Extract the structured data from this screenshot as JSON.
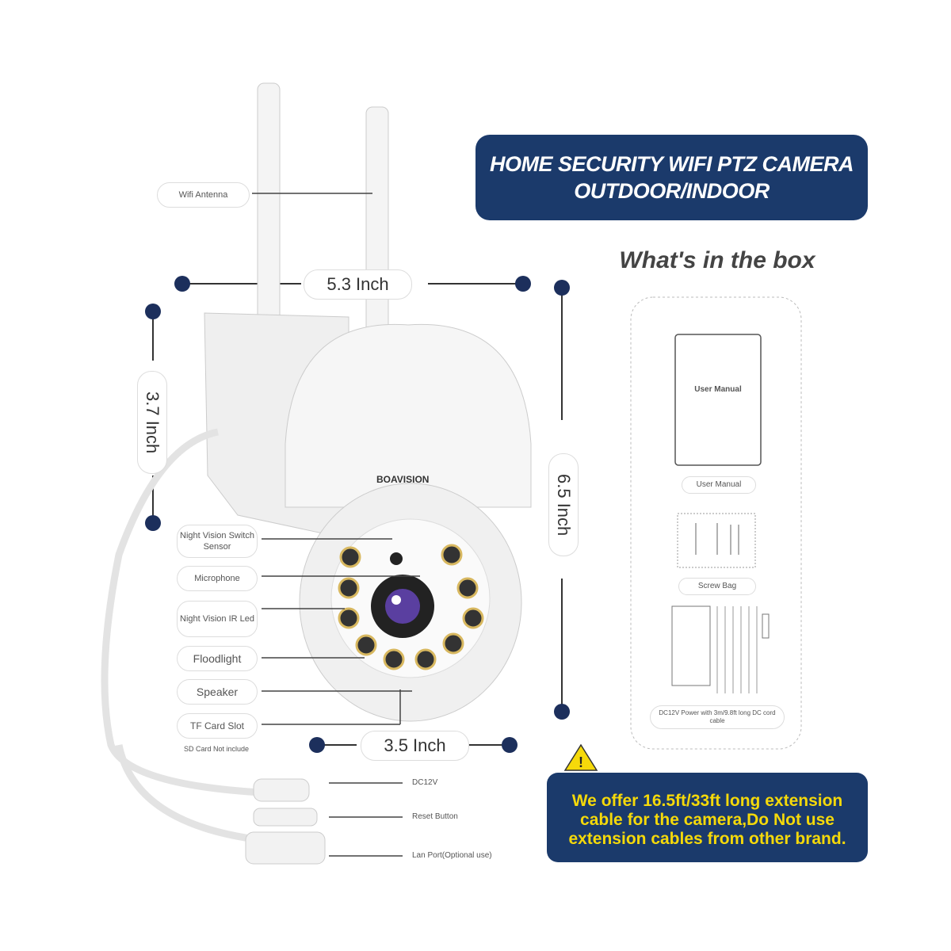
{
  "banner": {
    "line1": "HOME SECURITY WIFI PTZ CAMERA",
    "line2": "OUTDOOR/INDOOR"
  },
  "box_title": "What's in the box",
  "brand": "BOAVISION",
  "dimensions": {
    "width": "5.3 Inch",
    "depth": "3.7 Inch",
    "height": "6.5 Inch",
    "base": "3.5 Inch"
  },
  "callouts": {
    "antenna": "Wifi Antenna",
    "sensor": "Night Vision Switch Sensor",
    "microphone": "Microphone",
    "ir_led": "Night Vision IR Led",
    "floodlight": "Floodlight",
    "speaker": "Speaker",
    "tf_slot": "TF Card Slot",
    "tf_note": "SD Card Not include"
  },
  "cable": {
    "dc": "DC12V",
    "reset": "Reset Button",
    "lan": "Lan Port(Optional use)"
  },
  "box_items": {
    "manual_cover": "User Manual",
    "manual": "User Manual",
    "screws": "Screw Bag",
    "power": "DC12V Power with 3m/9.8ft long DC cord cable"
  },
  "warning": {
    "line1": "We offer 16.5ft/33ft long extension",
    "line2": "cable for the camera,Do Not use",
    "line3": "extension cables from other brand."
  },
  "colors": {
    "navy": "#1b3a6b",
    "yellow": "#f5d90a"
  }
}
